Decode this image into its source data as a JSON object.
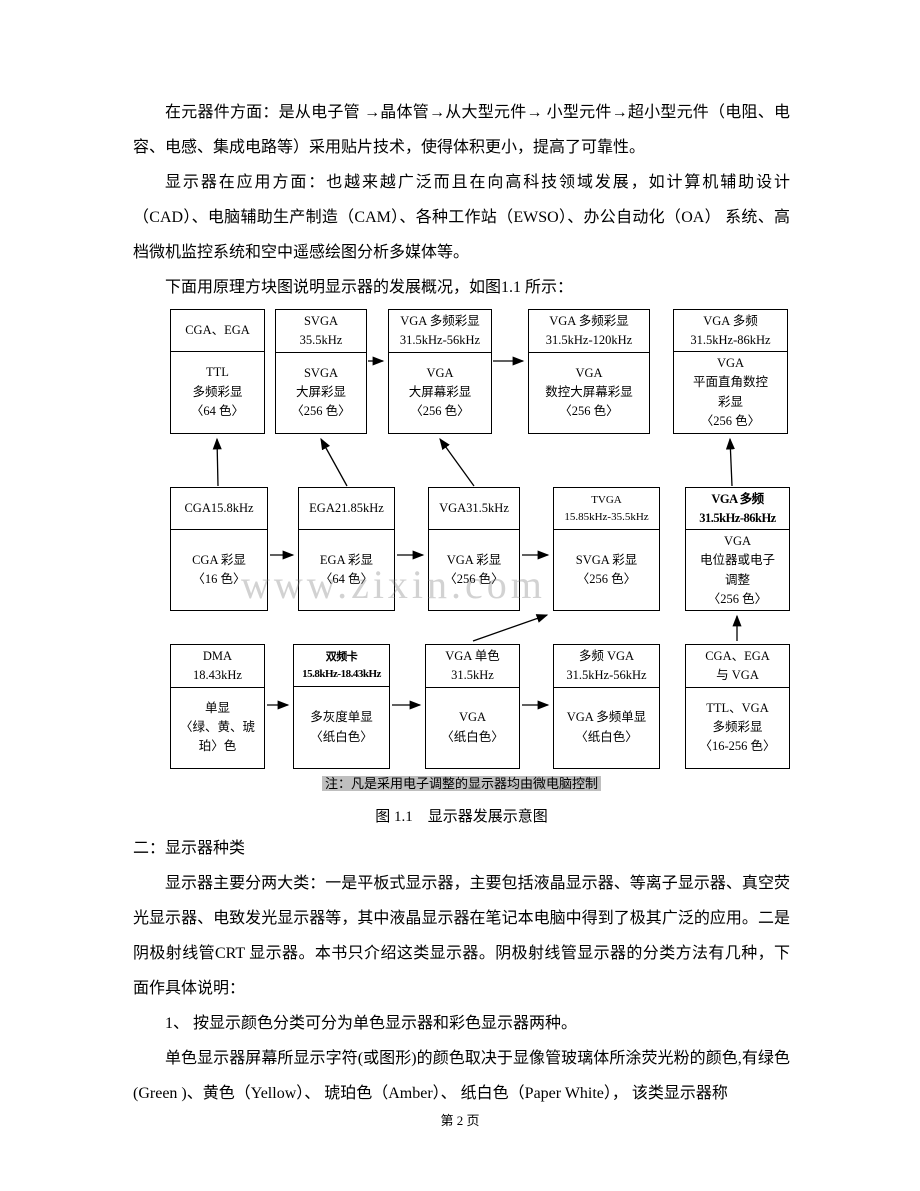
{
  "content": {
    "para1": "在元器件方面：是从电子管 →晶体管→从大型元件→ 小型元件→超小型元件（电阻、电容、电感、集成电路等）采用贴片技术，使得体积更小，提高了可靠性。",
    "para2": "显示器在应用方面：也越来越广泛而且在向高科技领域发展，如计算机辅助设计（CAD）、电脑辅助生产制造（CAM）、各种工作站（EWSO）、办公自动化（OA） 系统、高档微机监控系统和空中遥感绘图分析多媒体等。",
    "para3": "下面用原理方块图说明显示器的发展概况，如图1.1 所示：",
    "section_heading": "二：显示器种类",
    "para4": "显示器主要分两大类：一是平板式显示器，主要包括液晶显示器、等离子显示器、真空荧光显示器、电致发光显示器等，其中液晶显示器在笔记本电脑中得到了极其广泛的应用。二是阴极射线管CRT 显示器。本书只介绍这类显示器。阴极射线管显示器的分类方法有几种，下面作具体说明：",
    "para5": "1、 按显示颜色分类可分为单色显示器和彩色显示器两种。",
    "para6": "单色显示器屏幕所显示字符(或图形)的颜色取决于显像管玻璃体所涂荧光粉的颜色,有绿色(Green )、黄色（Yellow）、 琥珀色（Amber）、 纸白色（Paper White）， 该类显示器称"
  },
  "diagram": {
    "watermark": "www.zixin.com",
    "note": "注：凡是采用电子调整的显示器均由微电脑控制",
    "caption": "图 1.1　显示器发展示意图",
    "rows": [
      {
        "boxes": [
          {
            "header": "CGA、EGA",
            "body": "TTL\n多频彩显\n〈64 色〉"
          },
          {
            "header": "SVGA\n35.5kHz",
            "body": "SVGA\n大屏彩显\n〈256 色〉"
          },
          {
            "header": "VGA 多频彩显\n31.5kHz-56kHz",
            "body": "VGA\n大屏幕彩显\n〈256 色〉"
          },
          {
            "header": "VGA 多频彩显\n31.5kHz-120kHz",
            "body": "VGA\n数控大屏幕彩显\n〈256 色〉"
          },
          {
            "header": "VGA 多频\n31.5kHz-86kHz",
            "body": "VGA\n平面直角数控\n彩显\n〈256 色〉"
          }
        ]
      },
      {
        "boxes": [
          {
            "header": "CGA15.8kHz",
            "body": "CGA 彩显\n〈16 色〉"
          },
          {
            "header": "EGA21.85kHz",
            "body": "EGA 彩显\n〈64 色〉"
          },
          {
            "header": "VGA31.5kHz",
            "body": "VGA 彩显\n〈256 色〉"
          },
          {
            "header": "TVGA\n15.85kHz-35.5kHz",
            "body": "SVGA 彩显\n〈256 色〉"
          },
          {
            "header": "VGA 多频\n31.5kHz-86kHz",
            "body": "VGA\n电位器或电子\n调整\n〈256 色〉"
          }
        ]
      },
      {
        "boxes": [
          {
            "header": "DMA\n18.43kHz",
            "body": "单显\n〈绿、黄、琥\n珀〉色"
          },
          {
            "header": "双频卡\n15.8kHz-18.43kHz",
            "body": "多灰度单显\n〈纸白色〉"
          },
          {
            "header": "VGA 单色\n31.5kHz",
            "body": "VGA\n〈纸白色〉"
          },
          {
            "header": "多频 VGA\n31.5kHz-56kHz",
            "body": "VGA 多频单显\n〈纸白色〉"
          },
          {
            "header": "CGA、EGA\n与 VGA",
            "body": "TTL、VGA\n多频彩显\n〈16-256 色〉"
          }
        ]
      }
    ]
  },
  "page": {
    "footer": "第 2 页"
  }
}
